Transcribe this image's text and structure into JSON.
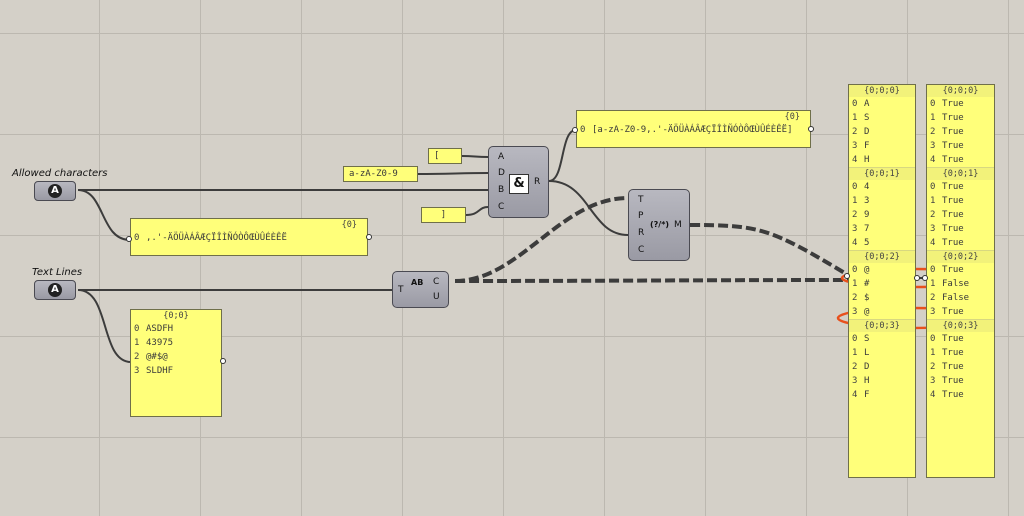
{
  "params": {
    "allowed_label": "Allowed characters",
    "text_lines_label": "Text Lines",
    "icon_letter": "A"
  },
  "inputs": {
    "open_bracket": "[",
    "close_bracket": "]",
    "range": "a-zA-Z0-9"
  },
  "panel_allowed": {
    "path": "{0}",
    "rows": [
      {
        "i": "0",
        "v": ",.'-ÄÖÜÀÁÂÆÇÏÎÌÑÓÒÔŒÙÛÉÈÊË"
      }
    ]
  },
  "panel_regex": {
    "path": "{0}",
    "rows": [
      {
        "i": "0",
        "v": "[a-zA-Z0-9,.'-ÄÖÜÀÁÂÆÇÏÎÌÑÓÒÔŒÙÛÉÈÊË]"
      }
    ]
  },
  "panel_lines": {
    "path": "{0;0}",
    "rows": [
      {
        "i": "0",
        "v": "ASDFH"
      },
      {
        "i": "1",
        "v": "43975"
      },
      {
        "i": "2",
        "v": "@#$@"
      },
      {
        "i": "3",
        "v": "SLDHF"
      }
    ]
  },
  "concat": {
    "pins_in": [
      "A",
      "D",
      "B",
      "C"
    ],
    "pin_out": "R",
    "symbol": "&"
  },
  "regex": {
    "pins_in": [
      "T",
      "P",
      "R",
      "C"
    ],
    "pin_out": "M",
    "symbol": "(?/*)"
  },
  "split": {
    "pin_in": "T",
    "pins_out": [
      "C",
      "U"
    ],
    "symbol": "AB"
  },
  "panel_chars": {
    "branches": [
      {
        "path": "{0;0;0}",
        "rows": [
          {
            "i": "0",
            "v": "A"
          },
          {
            "i": "1",
            "v": "S"
          },
          {
            "i": "2",
            "v": "D"
          },
          {
            "i": "3",
            "v": "F"
          },
          {
            "i": "4",
            "v": "H"
          }
        ]
      },
      {
        "path": "{0;0;1}",
        "rows": [
          {
            "i": "0",
            "v": "4"
          },
          {
            "i": "1",
            "v": "3"
          },
          {
            "i": "2",
            "v": "9"
          },
          {
            "i": "3",
            "v": "7"
          },
          {
            "i": "4",
            "v": "5"
          }
        ]
      },
      {
        "path": "{0;0;2}",
        "rows": [
          {
            "i": "0",
            "v": "@"
          },
          {
            "i": "1",
            "v": "#"
          },
          {
            "i": "2",
            "v": "$"
          },
          {
            "i": "3",
            "v": "@"
          }
        ]
      },
      {
        "path": "{0;0;3}",
        "rows": [
          {
            "i": "0",
            "v": "S"
          },
          {
            "i": "1",
            "v": "L"
          },
          {
            "i": "2",
            "v": "D"
          },
          {
            "i": "3",
            "v": "H"
          },
          {
            "i": "4",
            "v": "F"
          }
        ]
      }
    ]
  },
  "panel_bools": {
    "branches": [
      {
        "path": "{0;0;0}",
        "rows": [
          {
            "i": "0",
            "v": "True"
          },
          {
            "i": "1",
            "v": "True"
          },
          {
            "i": "2",
            "v": "True"
          },
          {
            "i": "3",
            "v": "True"
          },
          {
            "i": "4",
            "v": "True"
          }
        ]
      },
      {
        "path": "{0;0;1}",
        "rows": [
          {
            "i": "0",
            "v": "True"
          },
          {
            "i": "1",
            "v": "True"
          },
          {
            "i": "2",
            "v": "True"
          },
          {
            "i": "3",
            "v": "True"
          },
          {
            "i": "4",
            "v": "True"
          }
        ]
      },
      {
        "path": "{0;0;2}",
        "rows": [
          {
            "i": "0",
            "v": "True"
          },
          {
            "i": "1",
            "v": "False"
          },
          {
            "i": "2",
            "v": "False"
          },
          {
            "i": "3",
            "v": "True"
          }
        ]
      },
      {
        "path": "{0;0;3}",
        "rows": [
          {
            "i": "0",
            "v": "True"
          },
          {
            "i": "1",
            "v": "True"
          },
          {
            "i": "2",
            "v": "True"
          },
          {
            "i": "3",
            "v": "True"
          },
          {
            "i": "4",
            "v": "True"
          }
        ]
      }
    ]
  },
  "colors": {
    "highlight": "#e8501c",
    "panel": "#ffff7a",
    "canvas": "#d4d0c8"
  }
}
